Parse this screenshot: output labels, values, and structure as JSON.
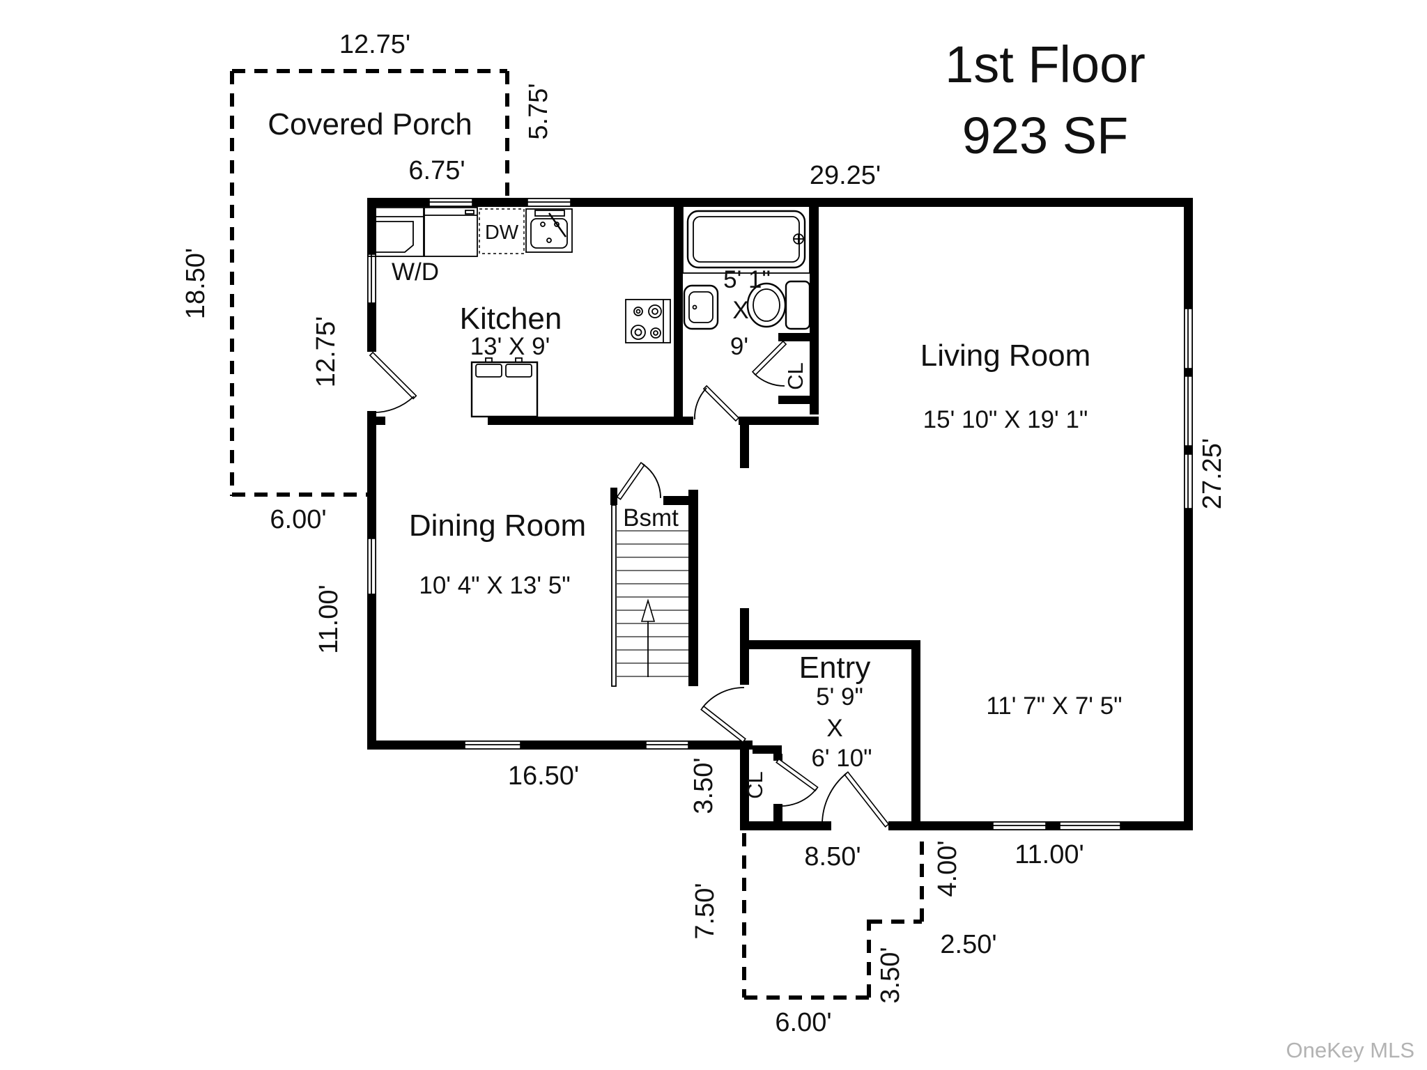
{
  "title": {
    "line1": "1st Floor",
    "line2": "923 SF"
  },
  "watermark": "OneKey MLS",
  "rooms": {
    "covered_porch": {
      "name": "Covered Porch"
    },
    "kitchen": {
      "name": "Kitchen",
      "dims": "13' X 9'"
    },
    "living_room": {
      "name": "Living Room",
      "dims": "15' 10\" X 19' 1\""
    },
    "dining_room": {
      "name": "Dining Room",
      "dims": "10' 4\" X 13' 5\""
    },
    "entry": {
      "name": "Entry",
      "dim_w": "5' 9\"",
      "dim_x": "X",
      "dim_l": "6' 10\""
    },
    "bathroom": {
      "dim_w": "5' 1\"",
      "dim_x": "X",
      "dim_l": "9'"
    },
    "living_alcove": {
      "dims": "11' 7\" X 7' 5\""
    },
    "basement_stairs": {
      "label": "Bsmt"
    },
    "closet_bath": {
      "label": "CL"
    },
    "closet_entry": {
      "label": "CL"
    }
  },
  "fixtures": {
    "washer_dryer": "W/D",
    "dishwasher": "DW"
  },
  "dimensions": {
    "porch_top": "12.75'",
    "porch_right": "5.75'",
    "porch_inner": "6.75'",
    "porch_left": "18.50'",
    "left_wall_upper": "12.75'",
    "porch_bottom": "6.00'",
    "left_wall_lower": "11.00'",
    "top_wall": "29.25'",
    "right_wall": "27.25'",
    "dining_bottom": "16.50'",
    "step": "3.50'",
    "entry_bottom": "8.50'",
    "stoop_left": "7.50'",
    "stoop_right": "4.00'",
    "stoop_step_h": "2.50'",
    "stoop_step_v": "3.50'",
    "stoop_bottom": "6.00'",
    "living_bottom": "11.00'"
  }
}
